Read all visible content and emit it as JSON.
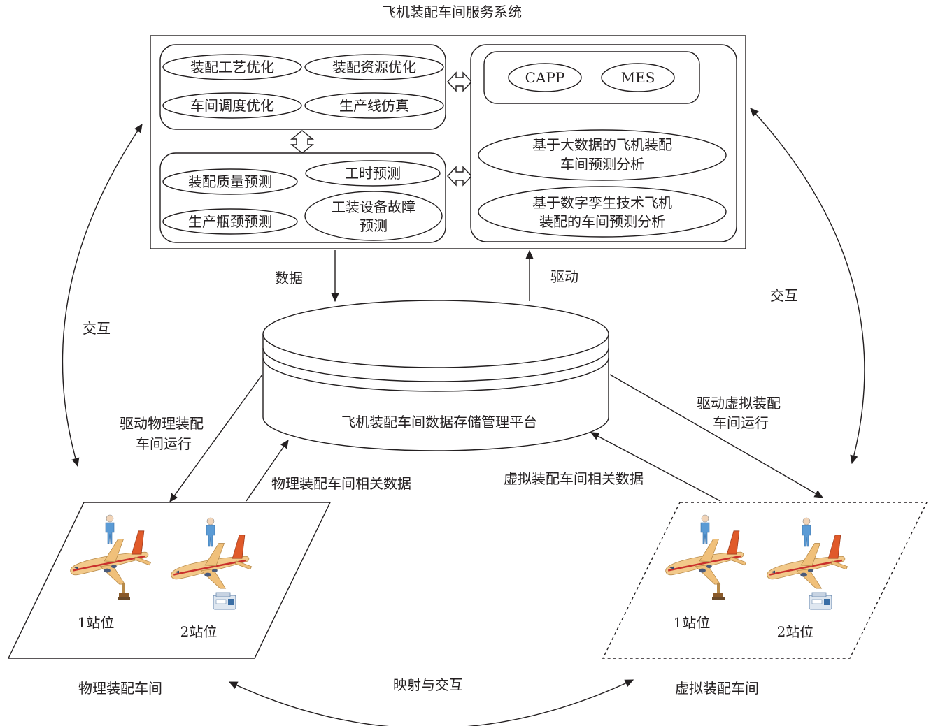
{
  "title": "飞机装配车间服务系统",
  "service_system": {
    "group_optimization": [
      "装配工艺优化",
      "装配资源优化",
      "车间调度优化",
      "生产线仿真"
    ],
    "group_prediction": {
      "quality": "装配质量预测",
      "worktime": "工时预测",
      "bottleneck": "生产瓶颈预测",
      "fault_line1": "工装设备故障",
      "fault_line2": "预测"
    },
    "systems": [
      "CAPP",
      "MES"
    ],
    "analysis_bigdata": [
      "基于大数据的飞机装配",
      "车间预测分析"
    ],
    "analysis_twin": [
      "基于数字孪生技术飞机",
      "装配的车间预测分析"
    ]
  },
  "labels": {
    "data": "数据",
    "drive": "驱动",
    "interact_left": "交互",
    "interact_right": "交互",
    "drive_physical": [
      "驱动物理装配",
      "车间运行"
    ],
    "physical_data": "物理装配车间相关数据",
    "virtual_data": "虚拟装配车间相关数据",
    "drive_virtual": [
      "驱动虚拟装配",
      "车间运行"
    ],
    "mapping": "映射与交互"
  },
  "platform": {
    "name": "飞机装配车间数据存储管理平台"
  },
  "physical_workshop": {
    "name": "物理装配车间",
    "station1": "1站位",
    "station2": "2站位"
  },
  "virtual_workshop": {
    "name": "虚拟装配车间",
    "station1": "1站位",
    "station2": "2站位"
  },
  "colors": {
    "line": "#231f20",
    "plane_body": "#f2c98a",
    "plane_tail": "#e05a2a",
    "plane_stripe": "#c9302c",
    "person": "#5b9bd5"
  }
}
